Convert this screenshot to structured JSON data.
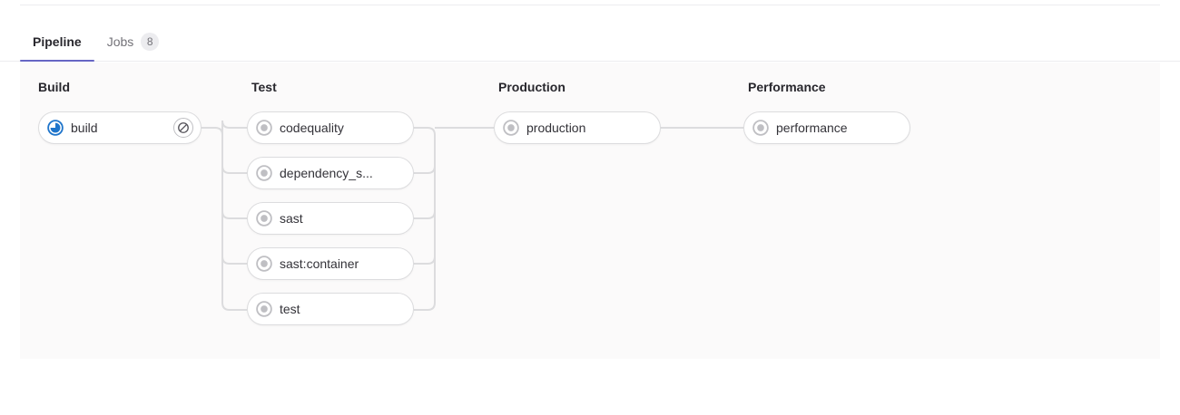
{
  "tabs": [
    {
      "label": "Pipeline",
      "name": "tab-pipeline",
      "active": true,
      "badge": null
    },
    {
      "label": "Jobs",
      "name": "tab-jobs",
      "active": false,
      "badge": "8"
    }
  ],
  "colors": {
    "active_tab_underline": "#6666c4",
    "running_status": "#1f75cb",
    "created_status": "#989399",
    "graph_background": "#fbfafa",
    "connector_line": "#dcdcde",
    "pill_border": "#dcdcde"
  },
  "stages": [
    {
      "title": "Build",
      "jobs": [
        {
          "name": "build",
          "status": "running",
          "status_icon": "status-running-icon",
          "action": "cancel",
          "action_icon": "cancel-icon"
        }
      ]
    },
    {
      "title": "Test",
      "jobs": [
        {
          "name": "codequality",
          "status": "created",
          "status_icon": "status-created-icon",
          "action": null,
          "action_icon": null
        },
        {
          "name": "dependency_s...",
          "status": "created",
          "status_icon": "status-created-icon",
          "action": null,
          "action_icon": null
        },
        {
          "name": "sast",
          "status": "created",
          "status_icon": "status-created-icon",
          "action": null,
          "action_icon": null
        },
        {
          "name": "sast:container",
          "status": "created",
          "status_icon": "status-created-icon",
          "action": null,
          "action_icon": null
        },
        {
          "name": "test",
          "status": "created",
          "status_icon": "status-created-icon",
          "action": null,
          "action_icon": null
        }
      ]
    },
    {
      "title": "Production",
      "jobs": [
        {
          "name": "production",
          "status": "created",
          "status_icon": "status-created-icon",
          "action": null,
          "action_icon": null
        }
      ]
    },
    {
      "title": "Performance",
      "jobs": [
        {
          "name": "performance",
          "status": "created",
          "status_icon": "status-created-icon",
          "action": null,
          "action_icon": null
        }
      ]
    }
  ]
}
